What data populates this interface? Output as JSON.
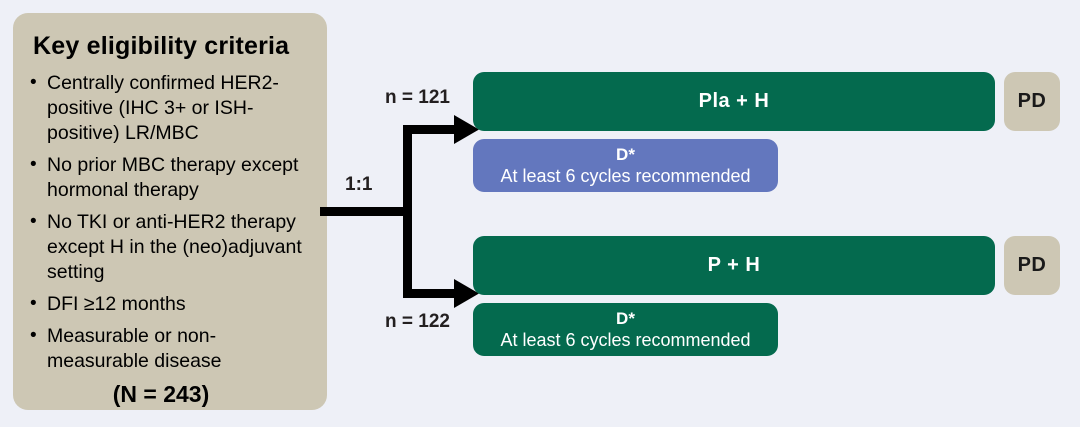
{
  "eligibility": {
    "title": "Key eligibility criteria",
    "bullet_glyph": "•",
    "criteria": [
      "Centrally confirmed HER2- positive (IHC 3+ or ISH-positive) LR/MBC",
      "No prior MBC therapy except hormonal therapy",
      "No TKI or anti-HER2 therapy except H in the (neo)adjuvant setting",
      "DFI ≥12 months",
      "Measurable or non-measurable disease"
    ],
    "total": "(N = 243)"
  },
  "randomization": {
    "ratio": "1:1",
    "arm1_n": "n = 121",
    "arm2_n": "n = 122"
  },
  "arms": [
    {
      "main_label": "Pla + H",
      "sub_label": "D*",
      "sub_note": "At least 6 cycles recommended",
      "endpoint": "PD"
    },
    {
      "main_label": "P + H",
      "sub_label": "D*",
      "sub_note": "At least 6 cycles recommended",
      "endpoint": "PD"
    }
  ],
  "colors": {
    "background": "#eef0f7",
    "panel_tan": "#cdc7b4",
    "treatment_green": "#046a4e",
    "placebo_blue": "#6377be",
    "arrow_black": "#000000"
  }
}
